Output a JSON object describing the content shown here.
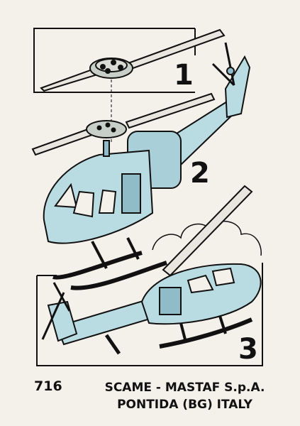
{
  "steps": [
    {
      "number": "1",
      "part": "rotor-assembly"
    },
    {
      "number": "2",
      "part": "fuselage-assembly"
    },
    {
      "number": "3",
      "part": "completed-helicopter"
    }
  ],
  "footer": {
    "code": "716",
    "manufacturer": "SCAME - MASTAF S.p.A.",
    "location": "PONTIDA (BG) ITALY"
  },
  "colors": {
    "paper": "#f4f0ea",
    "body": "#b9dbe2",
    "body_shade": "#8fbcc6",
    "ink": "#111111"
  }
}
